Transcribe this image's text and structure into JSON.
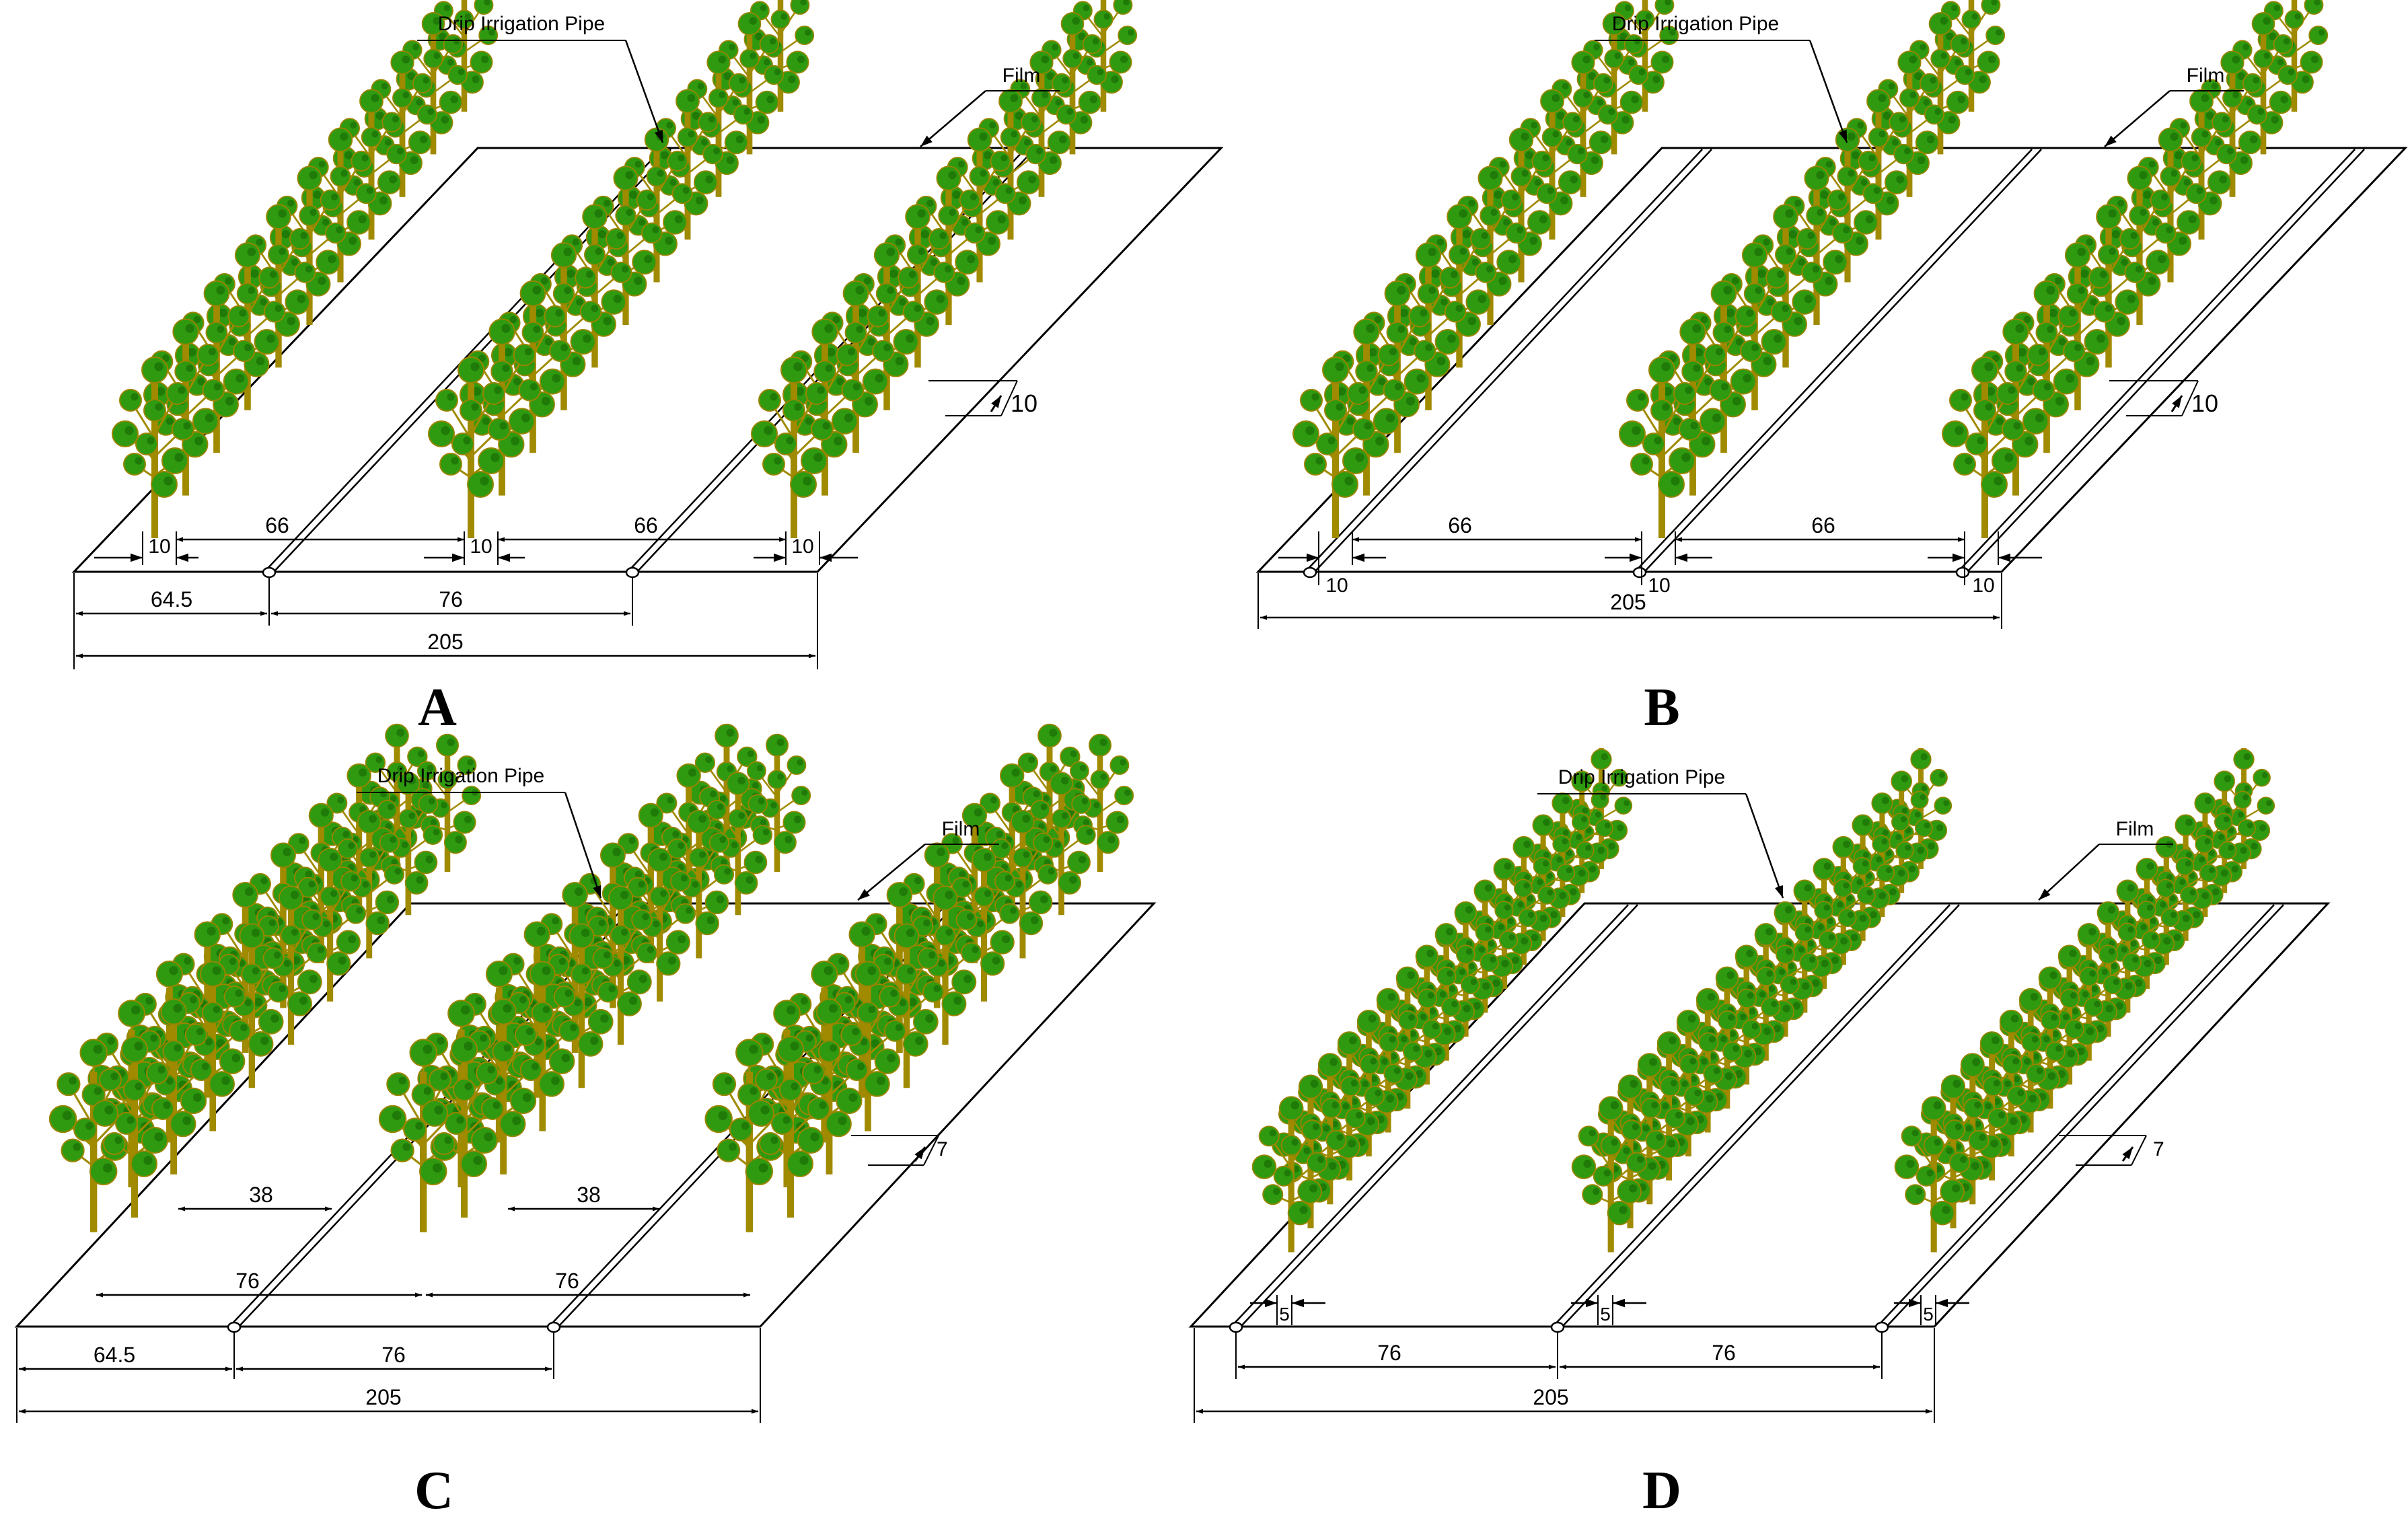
{
  "colors": {
    "leaf": "#2f9a10",
    "leaf_edge": "#9a8400",
    "stem": "#a08a00",
    "line": "#000000",
    "background": "#ffffff"
  },
  "panels": [
    {
      "letter": "A",
      "pipe_label": "Drip Irrigation Pipe",
      "film_label": "Film",
      "plant_spacing_label": "10",
      "row_labels": [
        "10",
        "10",
        "10"
      ],
      "gap_labels": [
        "66",
        "66"
      ],
      "pipe_gap_labels": [
        "64.5",
        "76"
      ],
      "total_label": "205"
    },
    {
      "letter": "B",
      "pipe_label": "Drip Irrigation Pipe",
      "film_label": "Film",
      "plant_spacing_label": "10",
      "row_labels": [
        "10",
        "10",
        "10"
      ],
      "gap_labels": [
        "66",
        "66"
      ],
      "total_label": "205"
    },
    {
      "letter": "C",
      "pipe_label": "Drip Irrigation Pipe",
      "film_label": "Film",
      "plant_spacing_label": "7",
      "gap_labels": [
        "38",
        "38"
      ],
      "row_gap_labels": [
        "76",
        "76"
      ],
      "pipe_gap_labels": [
        "64.5",
        "76"
      ],
      "total_label": "205"
    },
    {
      "letter": "D",
      "pipe_label": "Drip Irrigation Pipe",
      "film_label": "Film",
      "plant_spacing_label": "7",
      "row_labels": [
        "5",
        "5",
        "5"
      ],
      "pipe_gap_labels": [
        "76",
        "76"
      ],
      "total_label": "205"
    }
  ]
}
